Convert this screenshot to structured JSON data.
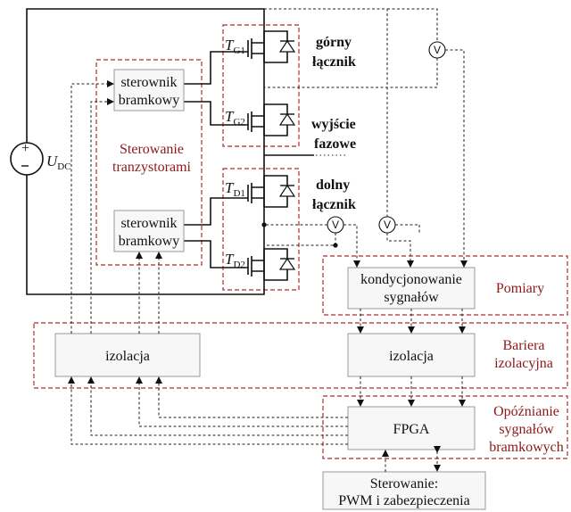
{
  "source": {
    "symbol": "U",
    "subscript": "DC"
  },
  "transistors": [
    {
      "symbol": "T",
      "subscript": "G1"
    },
    {
      "symbol": "T",
      "subscript": "G2"
    },
    {
      "symbol": "T",
      "subscript": "D1"
    },
    {
      "symbol": "T",
      "subscript": "D2"
    }
  ],
  "labels": {
    "upper_switch_1": "górny",
    "upper_switch_2": "łącznik",
    "phase_out_1": "wyjście",
    "phase_out_2": "fazowe",
    "lower_switch_1": "dolny",
    "lower_switch_2": "łącznik"
  },
  "blocks": {
    "gate_driver_top_1": "sterownik",
    "gate_driver_top_2": "bramkowy",
    "gate_driver_bot_1": "sterownik",
    "gate_driver_bot_2": "bramkowy",
    "isolation_left": "izolacja",
    "conditioning_1": "kondycjonowanie",
    "conditioning_2": "sygnałów",
    "isolation_right": "izolacja",
    "fpga": "FPGA",
    "control_1": "Sterowanie:",
    "control_2": "PWM i zabezpieczenia"
  },
  "regions": {
    "transistor_ctrl_1": "Sterowanie",
    "transistor_ctrl_2": "tranzystorami",
    "measurements": "Pomiary",
    "barrier_1": "Bariera",
    "barrier_2": "izolacyjna",
    "delay_1": "Opóźnianie",
    "delay_2": "sygnałów",
    "delay_3": "bramkowych"
  },
  "meter_symbol": "V",
  "colors": {
    "region_border": "#b02a2a",
    "region_text": "#8b1a1a",
    "block_fill": "#f7f7f7"
  }
}
